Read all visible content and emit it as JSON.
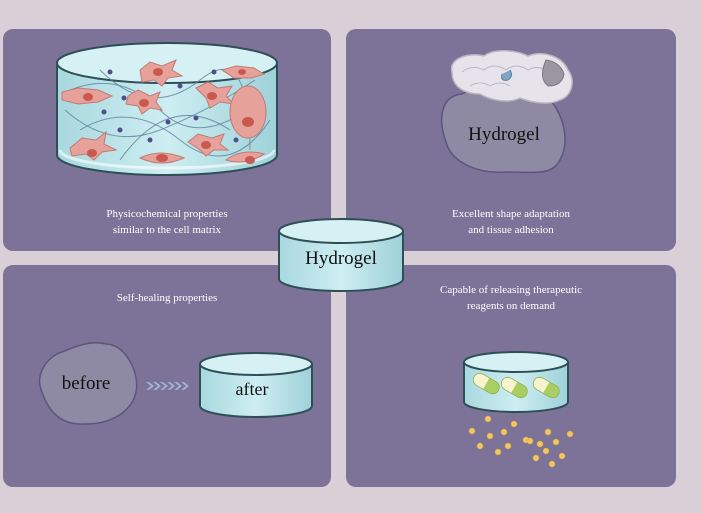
{
  "panels": {
    "matrix": {
      "caption": "Physicochemical properties\nsimilar to the cell matrix"
    },
    "adhesion": {
      "caption": "Excellent shape adaptation\nand tissue adhesion",
      "label": "Hydrogel"
    },
    "healing": {
      "caption": "Self-healing properties",
      "before_label": "before",
      "after_label": "after"
    },
    "release": {
      "caption": "Capable of releasing therapeutic\nreagents on demand"
    }
  },
  "center": {
    "label": "Hydrogel"
  },
  "colors": {
    "background": "#d9cfd6",
    "panel": "#7d7297",
    "gel": "#bfe3e8",
    "gel_edge": "#2f4f57",
    "cell": "#e6a29a",
    "nucleus": "#c9594f",
    "blob": "#8f8aa3",
    "capsule_green": "#a9cf63",
    "capsule_cream": "#f4f1c4",
    "particle": "#f0c660"
  }
}
